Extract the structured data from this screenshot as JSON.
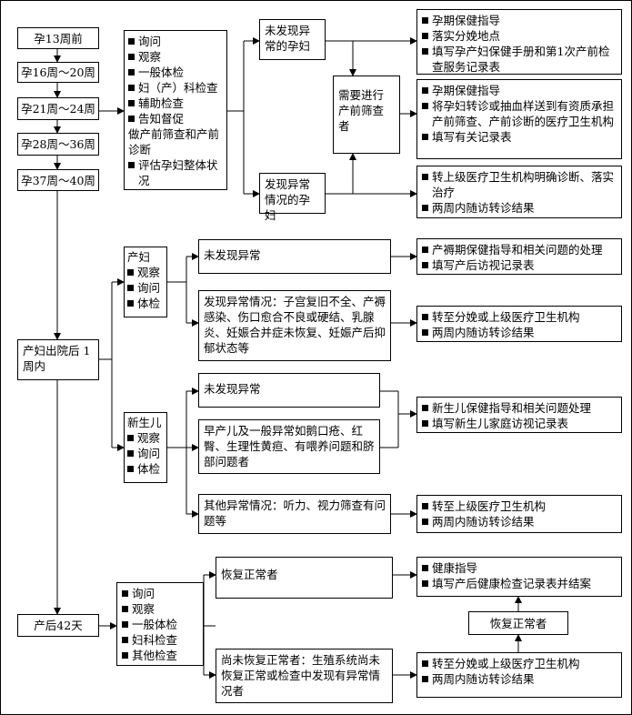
{
  "stages": [
    "孕13周前",
    "孕16周～20周",
    "孕21周～24周",
    "孕28周～36周",
    "孕37周～40周"
  ],
  "prenatal_services": {
    "bullets_top": [
      "询问",
      "观察",
      "一般体检",
      "妇（产）科检查",
      "辅助检查",
      "告知督促"
    ],
    "plain": "做产前筛查和产前诊断",
    "bullets_bottom": [
      "评估孕妇整体状况"
    ]
  },
  "no_abnormal": "未发现异常的孕妇",
  "found_abnormal": "发现异常情况的孕妇",
  "needs_screening": "需要进行产前筛查者",
  "prenatal_outcomes": {
    "normal": [
      "孕期保健指导",
      "落实分娩地点",
      "填写孕产妇保健手册和第1次产前检查服务记录表"
    ],
    "screening": [
      "孕期保健指导",
      "将孕妇转诊或抽血样送到有资质承担产前筛查、产前诊断的医疗卫生机构",
      "填写有关记录表"
    ],
    "abnormal": [
      "转上级医疗卫生机构明确诊断、落实治疗",
      "两周内随访转诊结果"
    ]
  },
  "postpartum_visit": "产妇出院后 1周内",
  "mother": {
    "title": "产妇",
    "items": [
      "观察",
      "询问",
      "体检"
    ]
  },
  "mother_no_abnormal": "未发现异常",
  "mother_abnormal": "发现异常情况：子宫复旧不全、产褥感染、伤口愈合不良或硬结、乳腺炎、妊娠合并症未恢复、妊娠产后抑郁状态等",
  "mother_outcomes": {
    "normal": [
      "产褥期保健指导和相关问题的处理",
      "填写产后访视记录表"
    ],
    "abnormal": [
      "转至分娩或上级医疗卫生机构",
      "两周内随访转诊结果"
    ]
  },
  "newborn": {
    "title": "新生儿",
    "items": [
      "观察",
      "询问",
      "体检"
    ]
  },
  "newborn_no_abnormal": "未发现异常",
  "newborn_issues": "早产儿及一般异常如鹅口疮、红臀、生理性黄疸、有喂养问题和脐部问题者",
  "newborn_other": "其他异常情况：听力、视力筛查有问题等",
  "newborn_outcomes": {
    "normal": [
      "新生儿保健指导和相关问题处理",
      "填写新生儿家庭访视记录表"
    ],
    "abnormal": [
      "转至上级医疗卫生机构",
      "两周内随访转诊结果"
    ]
  },
  "day42": "产后42天",
  "day42_services": [
    "询问",
    "观察",
    "一般体检",
    "妇科检查",
    "其他检查"
  ],
  "recovered": "恢复正常者",
  "not_recovered": "尚未恢复正常者：生殖系统尚未恢复正常或检查中发现有异常情况者",
  "day42_outcomes": {
    "normal": [
      "健康指导",
      "填写产后健康检查记录表并结案"
    ],
    "abnormal": [
      "转至分娩或上级医疗卫生机构",
      "两周内随访转诊结果"
    ]
  },
  "recovered_feedback": "恢复正常者"
}
